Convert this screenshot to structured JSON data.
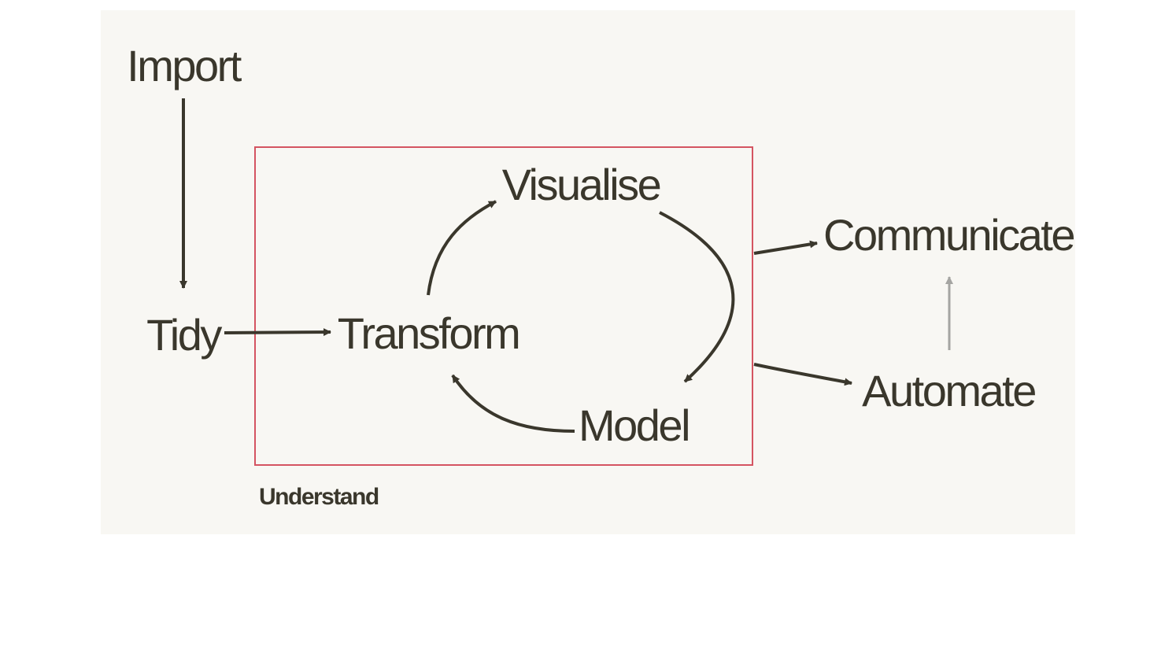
{
  "colors": {
    "background": "#f8f7f3",
    "ink": "#3a372c",
    "muted_arrow": "#a5a5a2",
    "group_border": "#d45461"
  },
  "nodes": {
    "import": "Import",
    "tidy": "Tidy",
    "transform": "Transform",
    "visualise": "Visualise",
    "model": "Model",
    "communicate": "Communicate",
    "automate": "Automate"
  },
  "group": {
    "label": "Understand"
  }
}
